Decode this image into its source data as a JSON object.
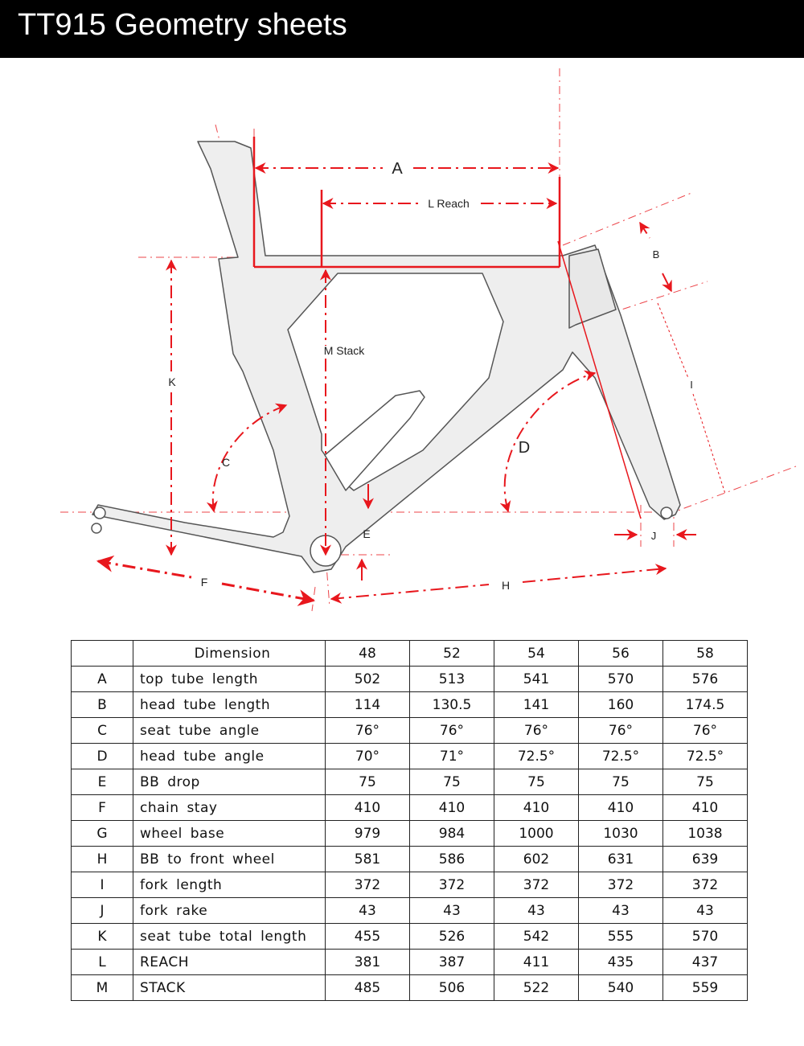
{
  "header": {
    "title": "TT915 Geometry sheets"
  },
  "diagram": {
    "labels": {
      "a": "A",
      "l_reach": "L Reach",
      "b": "B",
      "m_stack": "M Stack",
      "k": "K",
      "i": "I",
      "c": "C",
      "d": "D",
      "e": "E",
      "j": "J",
      "f": "F",
      "h": "H"
    },
    "colors": {
      "frame_fill": "#eeeeee",
      "frame_stroke": "#555555",
      "dimension": "#e8171d"
    }
  },
  "table": {
    "header": {
      "code": "",
      "dimension": "Dimension",
      "sizes": [
        "48",
        "52",
        "54",
        "56",
        "58"
      ]
    },
    "rows": [
      {
        "code": "A",
        "name": "top tube length",
        "values": [
          "502",
          "513",
          "541",
          "570",
          "576"
        ]
      },
      {
        "code": "B",
        "name": "head tube length",
        "values": [
          "114",
          "130.5",
          "141",
          "160",
          "174.5"
        ]
      },
      {
        "code": "C",
        "name": "seat tube angle",
        "values": [
          "76°",
          "76°",
          "76°",
          "76°",
          "76°"
        ]
      },
      {
        "code": "D",
        "name": "head tube angle",
        "values": [
          "70°",
          "71°",
          "72.5°",
          "72.5°",
          "72.5°"
        ]
      },
      {
        "code": "E",
        "name": "BB drop",
        "values": [
          "75",
          "75",
          "75",
          "75",
          "75"
        ]
      },
      {
        "code": "F",
        "name": "chain stay",
        "values": [
          "410",
          "410",
          "410",
          "410",
          "410"
        ]
      },
      {
        "code": "G",
        "name": "wheel base",
        "values": [
          "979",
          "984",
          "1000",
          "1030",
          "1038"
        ]
      },
      {
        "code": "H",
        "name": "BB to front wheel",
        "values": [
          "581",
          "586",
          "602",
          "631",
          "639"
        ]
      },
      {
        "code": "I",
        "name": "fork length",
        "values": [
          "372",
          "372",
          "372",
          "372",
          "372"
        ]
      },
      {
        "code": "J",
        "name": "fork rake",
        "values": [
          "43",
          "43",
          "43",
          "43",
          "43"
        ]
      },
      {
        "code": "K",
        "name": "seat tube total length",
        "values": [
          "455",
          "526",
          "542",
          "555",
          "570"
        ]
      },
      {
        "code": "L",
        "name": "REACH",
        "values": [
          "381",
          "387",
          "411",
          "435",
          "437"
        ]
      },
      {
        "code": "M",
        "name": "STACK",
        "values": [
          "485",
          "506",
          "522",
          "540",
          "559"
        ]
      }
    ]
  }
}
